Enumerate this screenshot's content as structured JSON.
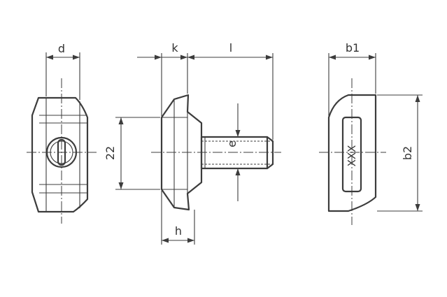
{
  "labels": {
    "d": "d",
    "k": "k",
    "l": "l",
    "b1": "b1",
    "b2": "b2",
    "e": "e",
    "h": "h",
    "dim22": "22",
    "marking": "XXX"
  }
}
